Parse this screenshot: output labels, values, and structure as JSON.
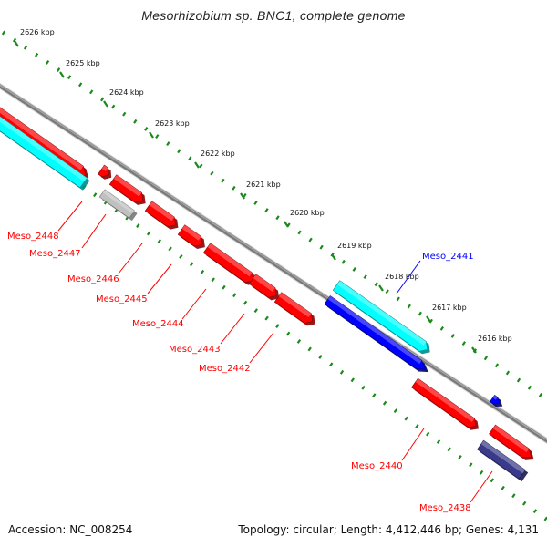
{
  "title": "Mesorhizobium sp. BNC1, complete genome",
  "footer": {
    "accession_label": "Accession:",
    "accession_value": "NC_008254",
    "topology_label": "Topology:",
    "topology_value": "circular",
    "length_label": "Length:",
    "length_value": "4,412,446 bp",
    "genes_label": "Genes:",
    "genes_value": "4,131",
    "accession_text": "Accession: NC_008254",
    "summary_text": "Topology: circular; Length: 4,412,446 bp; Genes: 4,131"
  },
  "colors": {
    "forward": "#ff0000",
    "reverse": "#0000ff",
    "rna": "#00ffff",
    "other": "#c0c0c0",
    "other2": "#3a3a8a",
    "ticks": "#1a8a1a",
    "backbone": "#7a7a7a"
  },
  "ticks": [
    "2626 kbp",
    "2625 kbp",
    "2624 kbp",
    "2623 kbp",
    "2622 kbp",
    "2621 kbp",
    "2620 kbp",
    "2619 kbp",
    "2618 kbp",
    "2617 kbp",
    "2616 kbp"
  ],
  "labels": [
    "Meso_2448",
    "Meso_2447",
    "Meso_2446",
    "Meso_2445",
    "Meso_2444",
    "Meso_2443",
    "Meso_2442",
    "Meso_2441",
    "Meso_2440",
    "Meso_2438"
  ],
  "genes": [
    {
      "name": "Meso_2448",
      "kind": "forward",
      "labeled": true
    },
    {
      "name": "Meso_2448_rna",
      "kind": "rna",
      "labeled": false
    },
    {
      "name": "Meso_2447",
      "kind": "forward",
      "labeled": true
    },
    {
      "name": "Meso_2447b",
      "kind": "other",
      "labeled": false
    },
    {
      "name": "Meso_2446",
      "kind": "forward",
      "labeled": true
    },
    {
      "name": "Meso_2445",
      "kind": "forward",
      "labeled": true
    },
    {
      "name": "Meso_2444",
      "kind": "forward",
      "labeled": true
    },
    {
      "name": "Meso_2443",
      "kind": "forward",
      "labeled": true
    },
    {
      "name": "Meso_2442",
      "kind": "forward",
      "labeled": true
    },
    {
      "name": "Meso_2441",
      "kind": "rna",
      "labeled": true
    },
    {
      "name": "Meso_2441b",
      "kind": "reverse",
      "labeled": false
    },
    {
      "name": "Meso_2440",
      "kind": "forward",
      "labeled": true
    },
    {
      "name": "Meso_2439",
      "kind": "reverse",
      "labeled": false
    },
    {
      "name": "Meso_2438a",
      "kind": "forward",
      "labeled": false
    },
    {
      "name": "Meso_2438",
      "kind": "other2",
      "labeled": true
    }
  ]
}
